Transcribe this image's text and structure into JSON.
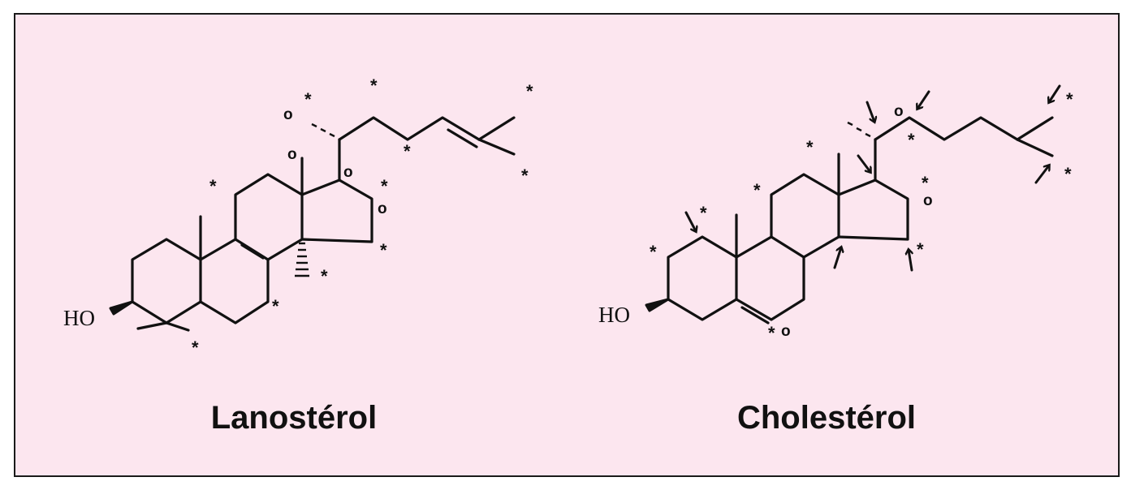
{
  "colors": {
    "background": "#fce6ef",
    "ink": "#111111",
    "border": "#1a1a1a"
  },
  "molecules": [
    {
      "name": "Lanostérol",
      "hydroxyl_label": "HO"
    },
    {
      "name": "Cholestérol",
      "hydroxyl_label": "HO"
    }
  ],
  "markers": {
    "star": "*",
    "circle": "o"
  }
}
